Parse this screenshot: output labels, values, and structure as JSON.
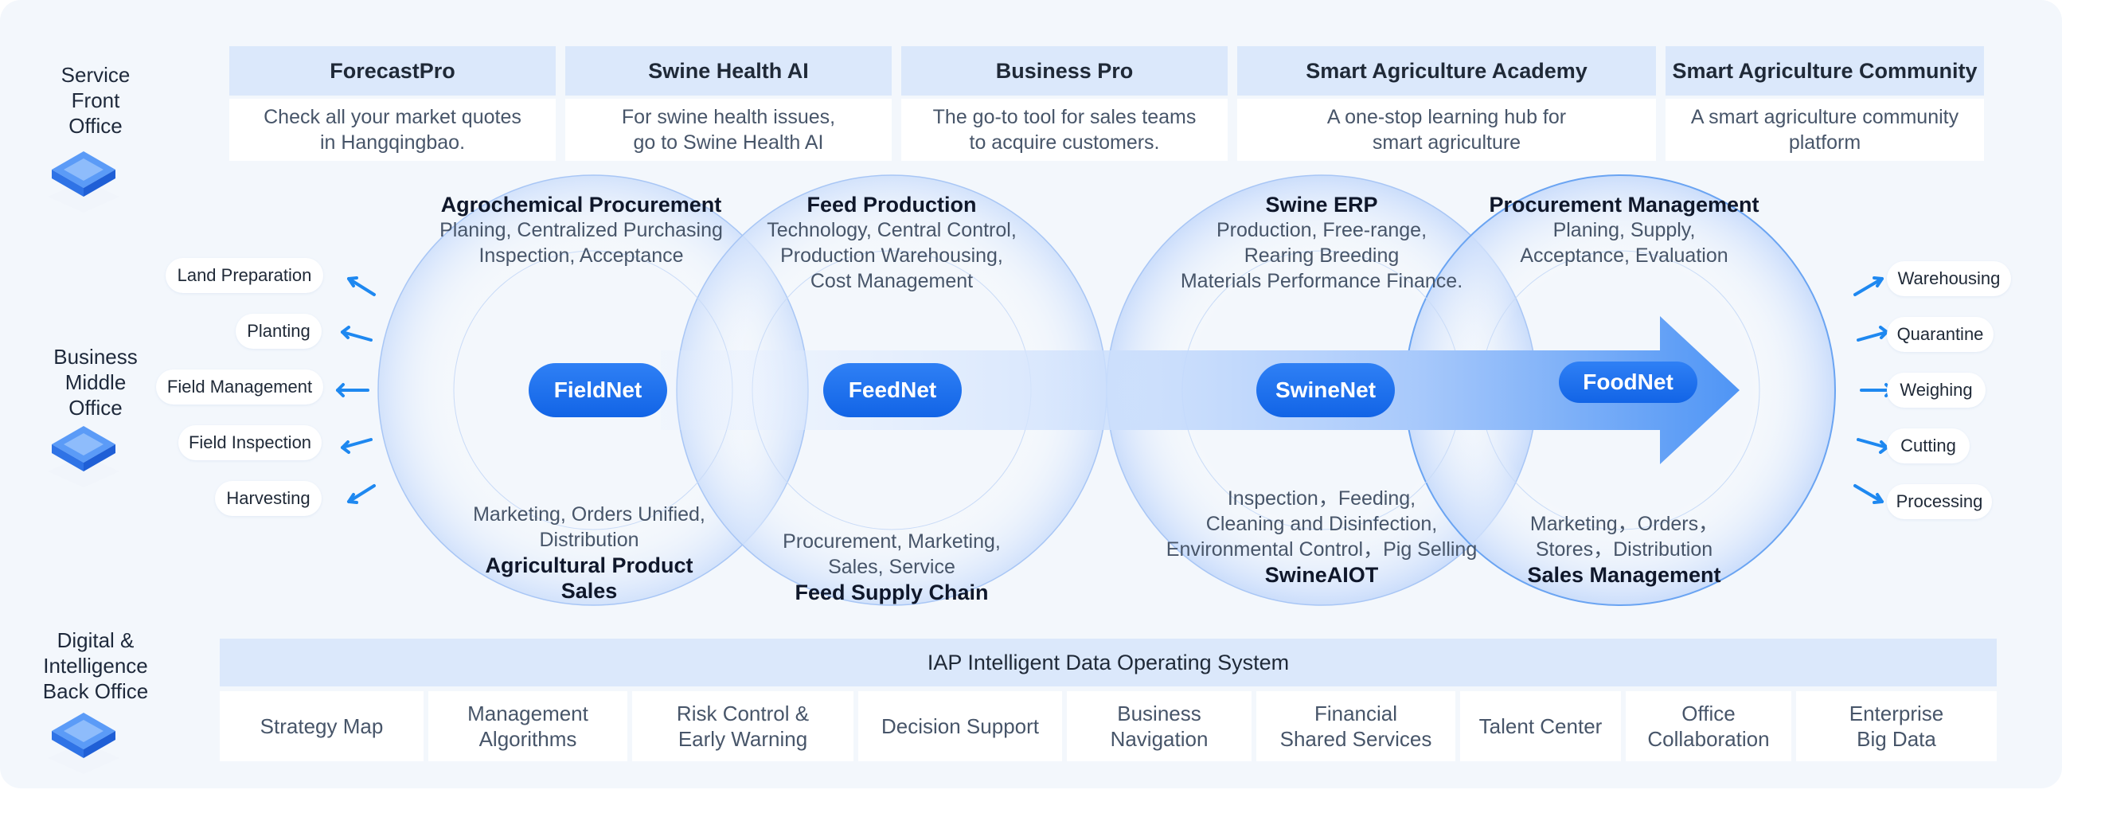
{
  "offices": {
    "front": "Service\nFront\nOffice",
    "middle": "Business\nMiddle\nOffice",
    "back": "Digital &\nIntelligence\nBack Office"
  },
  "front_office": [
    {
      "title": "ForecastPro",
      "desc": "Check all your market quotes\nin Hangqingbao."
    },
    {
      "title": "Swine Health AI",
      "desc": "For swine health issues,\ngo to Swine Health AI"
    },
    {
      "title": "Business Pro",
      "desc": "The go-to tool for sales teams\nto acquire customers."
    },
    {
      "title": "Smart Agriculture Academy",
      "desc": "A one-stop learning hub for\nsmart agriculture"
    },
    {
      "title": "Smart Agriculture Community",
      "desc": "A smart agriculture community\nplatform"
    }
  ],
  "nets": [
    "FieldNet",
    "FeedNet",
    "SwineNet",
    "FoodNet"
  ],
  "top_blocks": [
    {
      "title": "Agrochemical Procurement",
      "desc": "Planing, Centralized Purchasing\nInspection, Acceptance"
    },
    {
      "title": "Feed Production",
      "desc": "Technology, Central Control,\nProduction Warehousing,\nCost Management"
    },
    {
      "title": "Swine ERP",
      "desc": "Production, Free-range,\nRearing Breeding\nMaterials Performance Finance."
    },
    {
      "title": "Procurement Management",
      "desc": "Planing, Supply,\nAcceptance, Evaluation"
    }
  ],
  "bottom_blocks": [
    {
      "desc": "Marketing, Orders Unified,\nDistribution",
      "title": "Agricultural Product\nSales"
    },
    {
      "desc": "Procurement, Marketing,\nSales, Service",
      "title": "Feed Supply Chain"
    },
    {
      "desc": "Inspection，Feeding,\nCleaning and Disinfection,\nEnvironmental Control，Pig Selling",
      "title": "SwineAIOT"
    },
    {
      "desc": "Marketing，Orders，\nStores，Distribution",
      "title": "Sales Management"
    }
  ],
  "left_tags": [
    "Land Preparation",
    "Planting",
    "Field Management",
    "Field Inspection",
    "Harvesting"
  ],
  "right_tags": [
    "Warehousing",
    "Quarantine",
    "Weighing",
    "Cutting",
    "Processing"
  ],
  "back_office": {
    "title": "IAP Intelligent Data Operating System",
    "items": [
      "Strategy Map",
      "Management\nAlgorithms",
      "Risk Control &\nEarly Warning",
      "Decision Support",
      "Business\nNavigation",
      "Financial\nShared Services",
      "Talent Center",
      "Office\nCollaboration",
      "Enterprise\nBig Data"
    ]
  },
  "colors": {
    "accent": "#1264e6",
    "arrow": "#1e88f0",
    "header_bg": "#dbe8fb",
    "panel_bg": "#f3f7fc"
  }
}
